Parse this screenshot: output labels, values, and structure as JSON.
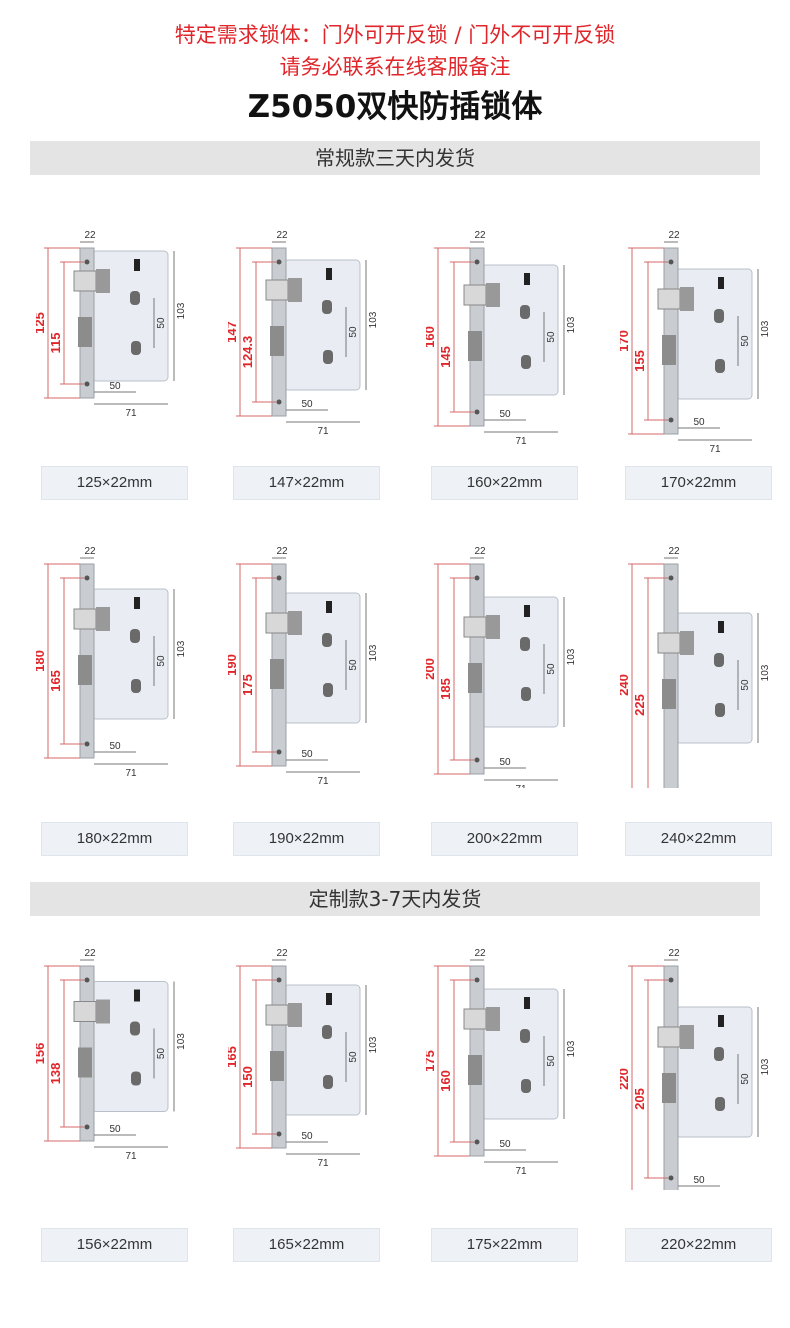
{
  "header": {
    "notice_line1": "特定需求锁体：门外可开反锁 / 门外不可开反锁",
    "notice_line2": "请务必联系在线客服备注",
    "title": "Z5050双快防插锁体"
  },
  "colors": {
    "accent_red": "#e0262b",
    "section_bar": "#e4e4e4",
    "label_bg": "#eef2f7"
  },
  "sections": [
    {
      "title": "常规款三天内发货",
      "items": [
        {
          "length": "125",
          "spacing": "115",
          "label": "125×22mm"
        },
        {
          "length": "147",
          "spacing": "124.3",
          "label": "147×22mm"
        },
        {
          "length": "160",
          "spacing": "145",
          "label": "160×22mm"
        },
        {
          "length": "170",
          "spacing": "155",
          "label": "170×22mm"
        },
        {
          "length": "180",
          "spacing": "165",
          "label": "180×22mm"
        },
        {
          "length": "190",
          "spacing": "175",
          "label": "190×22mm"
        },
        {
          "length": "200",
          "spacing": "185",
          "label": "200×22mm"
        },
        {
          "length": "240",
          "spacing": "225",
          "label": "240×22mm"
        }
      ]
    },
    {
      "title": "定制款3-7天内发货",
      "items": [
        {
          "length": "156",
          "spacing": "138",
          "label": "156×22mm"
        },
        {
          "length": "165",
          "spacing": "150",
          "label": "165×22mm"
        },
        {
          "length": "175",
          "spacing": "160",
          "label": "175×22mm"
        },
        {
          "length": "220",
          "spacing": "205",
          "label": "220×22mm"
        }
      ]
    }
  ],
  "dimensions": {
    "faceplate_width": "22",
    "body_height": "103",
    "hub_spacing": "50",
    "backset": "50",
    "body_depth": "71"
  }
}
